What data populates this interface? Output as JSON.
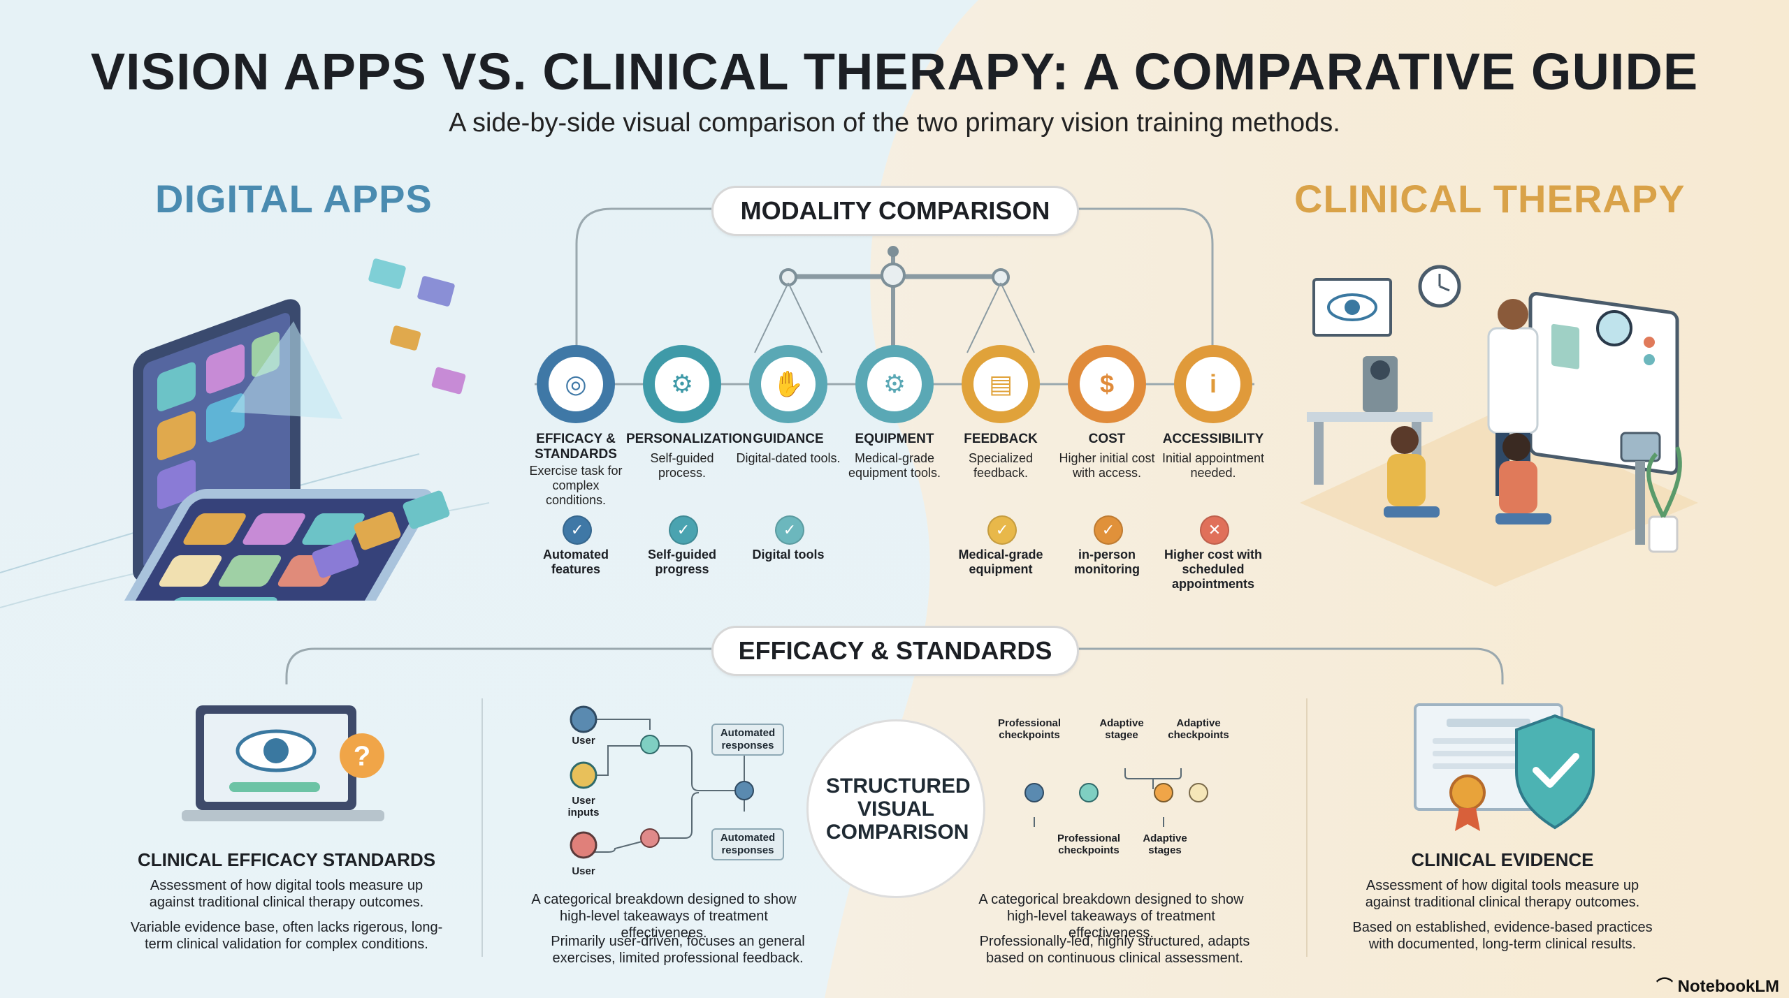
{
  "title": "VISION APPS VS. CLINICAL THERAPY: A COMPARATIVE GUIDE",
  "subtitle": "A side-by-side visual comparison of the two primary vision training methods.",
  "left_heading": "DIGITAL APPS",
  "right_heading": "CLINICAL THERAPY",
  "modality": {
    "label": "MODALITY COMPARISON",
    "items": [
      {
        "name": "EFFICACY & STANDARDS",
        "desc": "Exercise task for complex conditions.",
        "color": "#3f78a6",
        "icon": "target-icon"
      },
      {
        "name": "PERSONALIZATION",
        "desc": "Self-guided process.",
        "color": "#3f9aa8",
        "icon": "gear-icon"
      },
      {
        "name": "GUIDANCE",
        "desc": "Digital-dated tools.",
        "color": "#5aa8b5",
        "icon": "hand-icon"
      },
      {
        "name": "EQUIPMENT",
        "desc": "Medical-grade equipment tools.",
        "color": "#5aa8b5",
        "icon": "gears-icon"
      },
      {
        "name": "FEEDBACK",
        "desc": "Specialized feedback.",
        "color": "#e0a23a",
        "icon": "chat-icon"
      },
      {
        "name": "COST",
        "desc": "Higher initial cost with access.",
        "color": "#e08b3a",
        "icon": "money-bag-icon"
      },
      {
        "name": "ACCESSIBILITY",
        "desc": "Initial appointment needed.",
        "color": "#e09a3a",
        "icon": "info-icon"
      }
    ],
    "subitems": [
      {
        "label": "Automated features",
        "color": "#3f78a6",
        "mark": "✓"
      },
      {
        "label": "Self-guided progress",
        "color": "#4aa3b0",
        "mark": "✓"
      },
      {
        "label": "Digital tools",
        "color": "#6cb7bd",
        "mark": "✓"
      },
      {
        "label": "Medical-grade equipment",
        "color": "#e8b84a",
        "mark": "✓"
      },
      {
        "label": "in-person monitoring",
        "color": "#e0913a",
        "mark": "✓"
      },
      {
        "label": "Higher cost with scheduled appointments",
        "color": "#e0705a",
        "mark": "✕"
      }
    ]
  },
  "efficacy": {
    "label": "EFFICACY & STANDARDS",
    "center": "STRUCTURED VISUAL COMPARISON",
    "left": {
      "heading": "CLINICAL EFFICACY STANDARDS",
      "p1": "Assessment of how digital tools measure up against traditional clinical therapy outcomes.",
      "p2": "Variable evidence base, often lacks rigerous, long-term clinical validation for complex conditions."
    },
    "mid_left": {
      "nodes": [
        "User",
        "User inputs",
        "User"
      ],
      "boxes": [
        "Automated responses",
        "Automated responses"
      ],
      "p1": "A categorical breakdown designed to show high-level takeaways of treatment effectivenees.",
      "p2": "Primarily user-driven, focuses an general exercises, limited professional feedback."
    },
    "mid_right": {
      "top": [
        "Professional checkpoints",
        "Adaptive stagee",
        "Adaptive checkpoints"
      ],
      "bottom": [
        "Professional checkpoints",
        "Adaptive stages"
      ],
      "p1": "A categorical breakdown designed to show high-level takeaways of treatment effectiveness.",
      "p2": "Professionally-led, highly structured, adapts based on continuous clinical assessment."
    },
    "right": {
      "heading": "CLINICAL EVIDENCE",
      "p1": "Assessment of how digital tools measure up against traditional clinical therapy outcomes.",
      "p2": "Based on established, evidence-based practices with documented, long-term clinical results."
    }
  },
  "brand": "NotebookLM"
}
